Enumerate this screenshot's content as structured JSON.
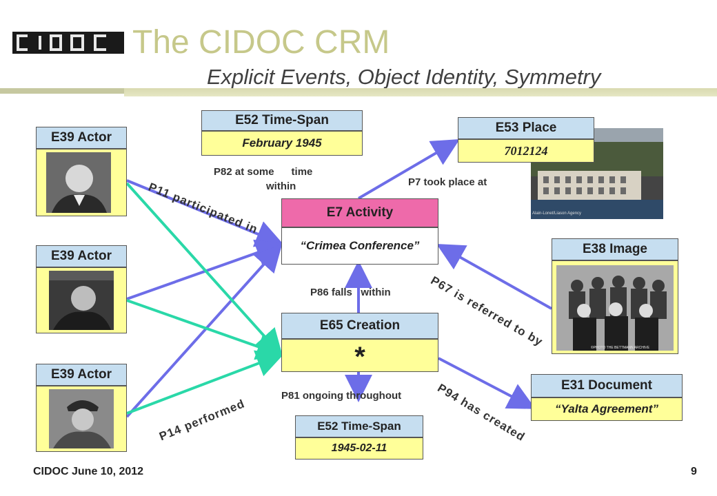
{
  "header": {
    "logo_text": "CIDOC",
    "title": "The CIDOC CRM",
    "subtitle": "Explicit Events, Object Identity, Symmetry"
  },
  "nodes": {
    "actor1": {
      "label": "E39 Actor"
    },
    "actor2": {
      "label": "E39 Actor"
    },
    "actor3": {
      "label": "E39 Actor"
    },
    "timespan_top": {
      "label": "E52 Time-Span",
      "value": "February 1945"
    },
    "place": {
      "label": "E53 Place",
      "value": "7012124"
    },
    "activity": {
      "label": "E7 Activity",
      "value": "“Crimea Conference”"
    },
    "image": {
      "label": "E38 Image"
    },
    "creation": {
      "label": "E65 Creation",
      "value": "*"
    },
    "document": {
      "label": "E31 Document",
      "value": "“Yalta Agreement”"
    },
    "timespan_bottom": {
      "label": "E52 Time-Span",
      "value": "1945-02-11"
    }
  },
  "edges": {
    "p82_line1": "P82 at some      time",
    "p82_line2": "within",
    "p7": "P7 took place at",
    "p11": "P11 participated in",
    "p86": "P86 falls   within",
    "p67": "P67 is referred to by",
    "p14": "P14 performed",
    "p81": "P81 ongoing throughout",
    "p94": "P94 has created"
  },
  "colors": {
    "arrow_blue": "#6d6de8",
    "arrow_teal": "#2ad8a8",
    "header_blue": "#c6def0",
    "header_pink": "#ee6aaa",
    "body_yellow": "#ffff99"
  },
  "photos": {
    "place_credit": "Alain-Lonet/Liason Agency",
    "image_credit": "©PHOTO THE BETTMANN ARCHIVE"
  },
  "footer": {
    "text": "CIDOC June 10, 2012",
    "page": "9"
  }
}
